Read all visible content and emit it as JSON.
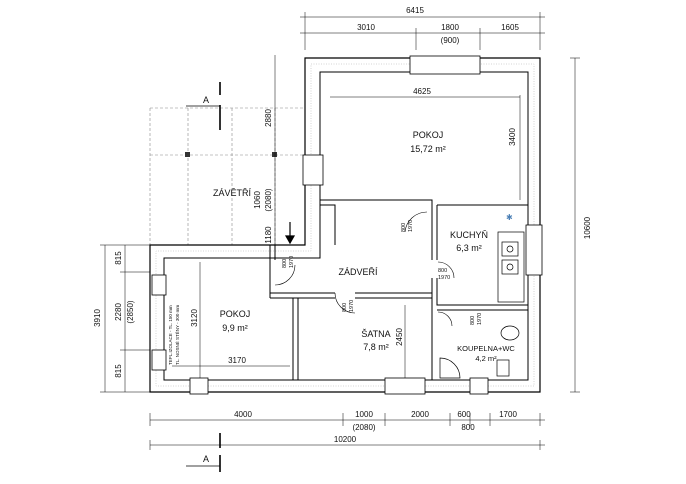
{
  "section_marker": "A",
  "rooms": {
    "pokoj_big": {
      "name": "POKOJ",
      "area": "15,72 m²"
    },
    "pokoj_left": {
      "name": "POKOJ",
      "area": "9,9 m²"
    },
    "kuchyn": {
      "name": "KUCHYŇ",
      "area": "6,3 m²"
    },
    "zadveri": {
      "name": "ZÁDVEŘÍ"
    },
    "satna": {
      "name": "ŠATNA",
      "area": "7,8 m²"
    },
    "koupelna": {
      "name": "KOUPELNA+WC",
      "area": "4,2 m²"
    },
    "zavetri": {
      "name": "ZÁVĚTŘÍ"
    }
  },
  "dims": {
    "top_total": "6415",
    "top_a": "3010",
    "top_b": "1800",
    "top_b2": "(900)",
    "top_c": "1605",
    "inner_4625": "4625",
    "inner_3400": "3400",
    "right_total": "10600",
    "left_total": "3910",
    "left_815a": "815",
    "left_2280": "2280",
    "left_2850": "(2850)",
    "left_815b": "815",
    "inner_3120": "3120",
    "inner_3170": "3170",
    "inner_2450": "2450",
    "col_2880": "2880",
    "col_1060": "1060",
    "col_2080": "(2080)",
    "col_1180": "1180",
    "bot_4000": "4000",
    "bot_1000": "1000",
    "bot_2080": "(2080)",
    "bot_2000": "2000",
    "bot_600": "600",
    "bot_800": "800",
    "bot_1700": "1700",
    "bot_total": "10200"
  },
  "doors": {
    "d1_w": "800",
    "d1_h": "1970",
    "d2_w": "800",
    "d2_h": "1970",
    "d3_w": "800",
    "d3_h": "1970",
    "d4_w": "800",
    "d4_h": "1970",
    "d5_w": "800",
    "d5_h": "1970"
  },
  "wall_note": {
    "line1": "TEPL.IZOLACE - TL. 150 mm",
    "line2": "TL. NOSNÉ STĚNY - 300 mm"
  }
}
